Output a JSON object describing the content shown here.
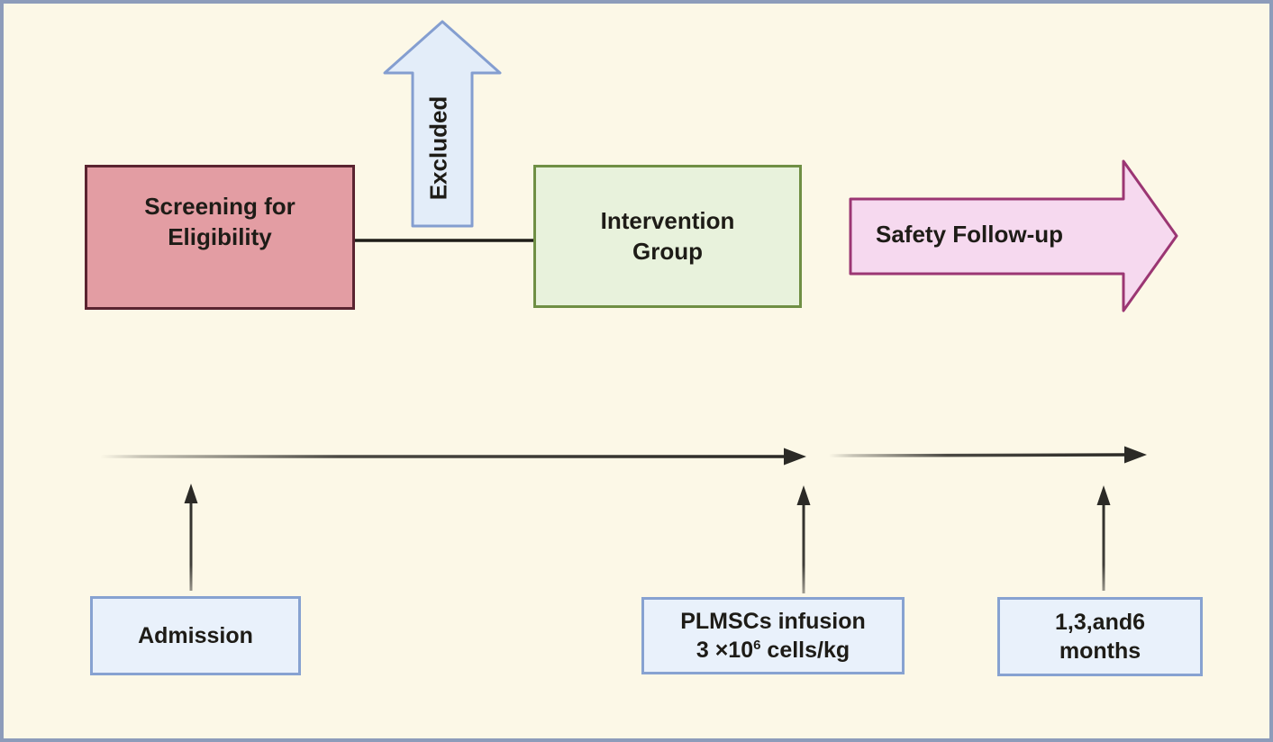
{
  "diagram": {
    "flow": {
      "screening": {
        "line1": "Screening for",
        "line2": "Eligibility"
      },
      "excluded": {
        "label": "Excluded"
      },
      "intervention": {
        "line1": "Intervention",
        "line2": "Group"
      },
      "safety": {
        "label": "Safety Follow-up"
      }
    },
    "timeline_events": {
      "admission": {
        "label": "Admission"
      },
      "infusion": {
        "line1": "PLMSCs infusion",
        "dose_prefix": "3 ×10",
        "dose_exponent": "6",
        "dose_suffix": " cells/kg"
      },
      "followup": {
        "line1": "1,3,and6",
        "line2": "months"
      }
    },
    "colors": {
      "background": "#fcf8e7",
      "frame_border": "#8d9cba",
      "screening_fill": "#e39da3",
      "screening_border": "#5a2430",
      "intervention_fill": "#e8f2dc",
      "intervention_border": "#6f8f44",
      "excluded_fill": "#e3edf9",
      "excluded_border": "#849ed0",
      "safety_fill": "#f6d9ef",
      "safety_border": "#9b3673",
      "event_fill": "#e9f1fb",
      "event_border": "#87a2d1",
      "line_color": "#2b2a26",
      "text_color": "#1e1c17"
    }
  }
}
